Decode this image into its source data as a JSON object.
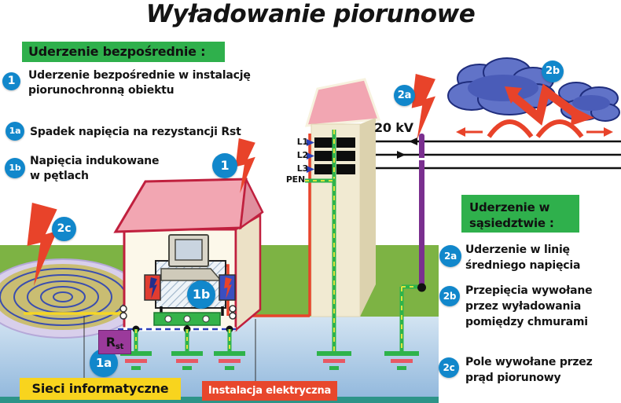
{
  "title": "Wyładowanie piorunowe",
  "legend_left": {
    "header": "Uderzenie bezpośrednie :",
    "items": [
      {
        "badge": "1",
        "text": "Uderzenie bezpośrednie w instalację piorunochronną obiektu"
      },
      {
        "badge": "1a",
        "text": "Spadek napięcia na rezystancji Rst"
      },
      {
        "badge": "1b",
        "text": "Napięcia indukowane w pętlach"
      }
    ]
  },
  "legend_right": {
    "header": "Uderzenie w sąsiedztwie :",
    "items": [
      {
        "badge": "2a",
        "text": "Uderzenie w linię średniego napięcia"
      },
      {
        "badge": "2b",
        "text": "Przepięcia wywołane przez wyładowania pomiędzy chmurami"
      },
      {
        "badge": "2c",
        "text": "Pole wywołane przez prąd piorunowy"
      }
    ]
  },
  "scene": {
    "voltage_label": "20 kV",
    "phase_labels": [
      "L1",
      "L2",
      "L3",
      "PEN"
    ],
    "resistance_label": "R",
    "resistance_sub": "st",
    "badges": {
      "direct_strike": "1",
      "voltage_drop": "1a",
      "induced_loop": "1b",
      "line_strike": "2a",
      "cloud_discharge": "2b",
      "field": "2c"
    }
  },
  "bottom_labels": {
    "it_networks": "Sieci informatyczne",
    "electrical": "Instalacja elektryczna"
  },
  "colors": {
    "legend_green": "#2fb04c",
    "badge_blue": "#1187cb",
    "lightning_red": "#e8432a",
    "grass_green": "#7db344",
    "label_yellow": "#f8d41e",
    "label_orange": "#e8472c",
    "resistor_purple": "#9b3a9b",
    "pole_purple": "#7a2f8f"
  }
}
